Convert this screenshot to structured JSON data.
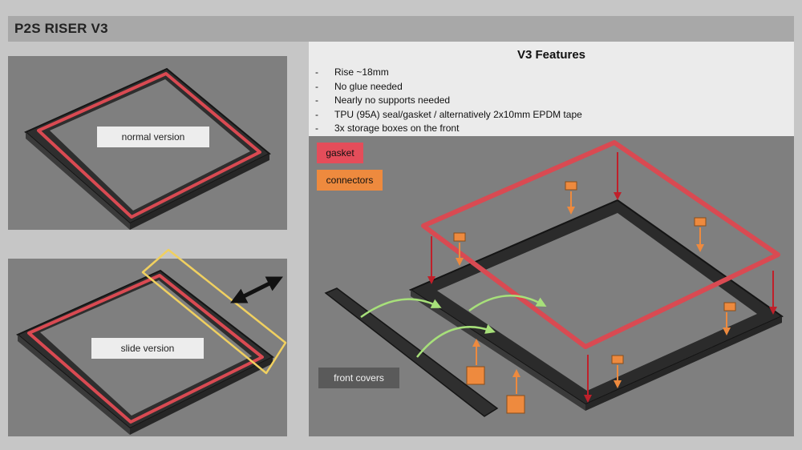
{
  "header": {
    "title": "P2S RISER V3"
  },
  "features": {
    "title": "V3 Features",
    "bullet": "-",
    "items": [
      "Rise ~18mm",
      "No glue needed",
      "Nearly no supports needed",
      "TPU (95A) seal/gasket / alternatively 2x10mm EPDM tape",
      "3x storage boxes on the front"
    ]
  },
  "labels": {
    "normal_version": "normal version",
    "slide_version": "slide version",
    "gasket": "gasket",
    "connectors": "connectors",
    "front_covers": "front covers"
  },
  "colors": {
    "background": "#c6c6c6",
    "panel": "#7f7f7f",
    "gasket": "#e44d5a",
    "connectors": "#ee8a3e",
    "slide_highlight": "#f0d060"
  }
}
